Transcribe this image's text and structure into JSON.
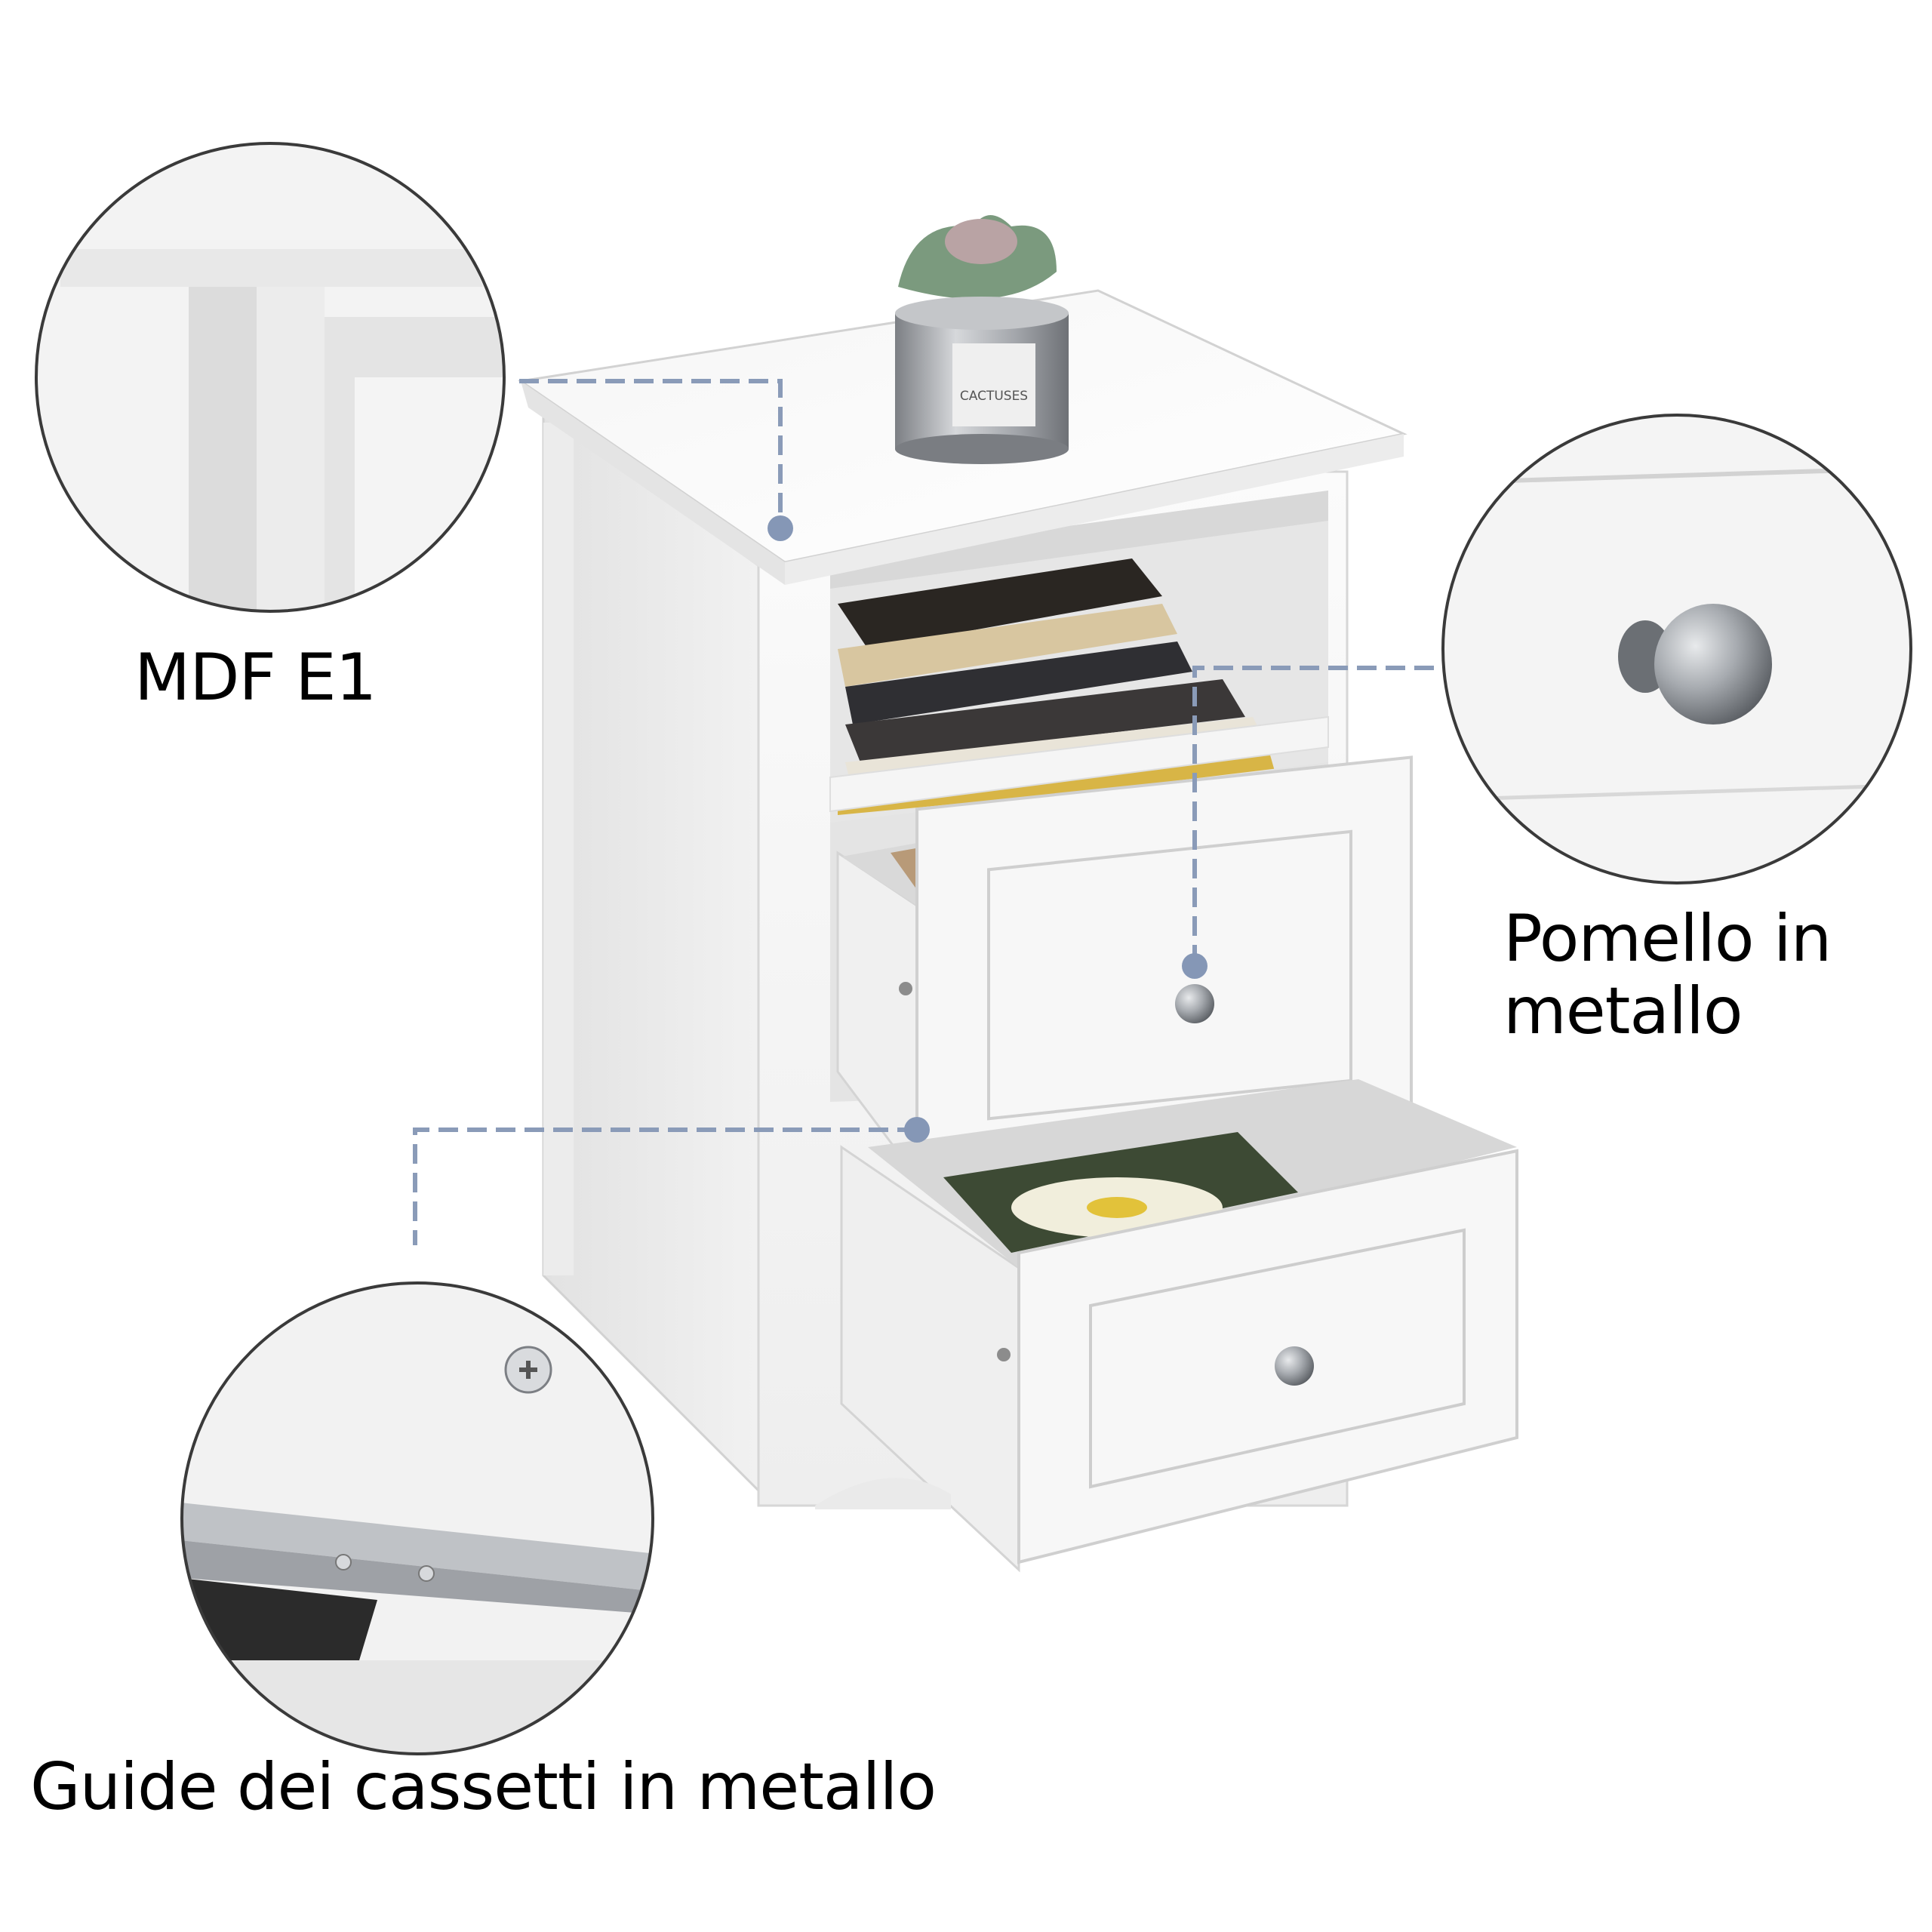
{
  "labels": {
    "mdf": "MDF E1",
    "knob": "Pomello in metallo",
    "guides": "Guide dei cassetti in metallo"
  },
  "pot_label": "CACTUSES",
  "colors": {
    "background": "#ffffff",
    "cabinet": "#f4f4f4",
    "cabinet_shadow": "#dcdcdc",
    "callout_line": "#8a9bb8",
    "callout_dot": "#8597b6",
    "metal": "#9a9ea3",
    "circle_border": "#3a3a3a"
  }
}
